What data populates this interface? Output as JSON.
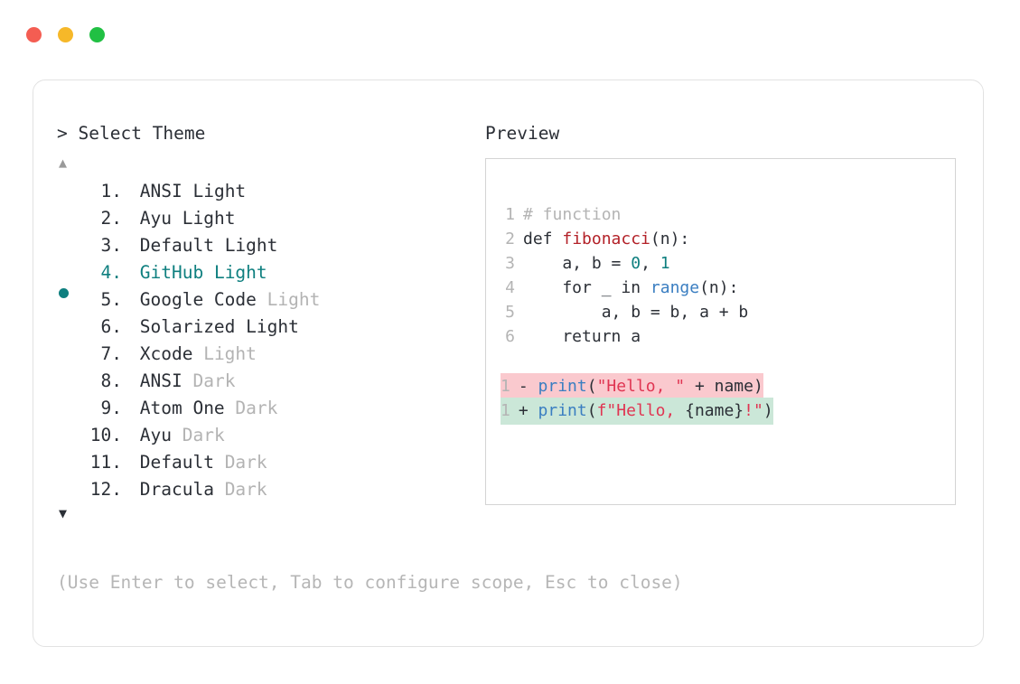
{
  "window": {
    "traffic_lights": [
      {
        "name": "close",
        "color": "#f45d52"
      },
      {
        "name": "minimize",
        "color": "#f6b829"
      },
      {
        "name": "maximize",
        "color": "#21c043"
      }
    ]
  },
  "prompt": {
    "marker": ">",
    "title": "Select Theme",
    "scroll_up_glyph": "▲",
    "scroll_down_glyph": "▼",
    "hint": "(Use Enter to select, Tab to configure scope, Esc to close)"
  },
  "theme_list": {
    "selected_index": 4,
    "selected_bullet_color": "#0e7f7f",
    "items": [
      {
        "number": "1.",
        "name": "ANSI",
        "variant": "Light",
        "variant_muted": false,
        "selected": false
      },
      {
        "number": "2.",
        "name": "Ayu",
        "variant": "Light",
        "variant_muted": false,
        "selected": false
      },
      {
        "number": "3.",
        "name": "Default",
        "variant": "Light",
        "variant_muted": false,
        "selected": false
      },
      {
        "number": "4.",
        "name": "GitHub",
        "variant": "Light",
        "variant_muted": false,
        "selected": true
      },
      {
        "number": "5.",
        "name": "Google Code",
        "variant": "Light",
        "variant_muted": true,
        "selected": false
      },
      {
        "number": "6.",
        "name": "Solarized",
        "variant": "Light",
        "variant_muted": false,
        "selected": false
      },
      {
        "number": "7.",
        "name": "Xcode",
        "variant": "Light",
        "variant_muted": true,
        "selected": false
      },
      {
        "number": "8.",
        "name": "ANSI",
        "variant": "Dark",
        "variant_muted": true,
        "selected": false
      },
      {
        "number": "9.",
        "name": "Atom One",
        "variant": "Dark",
        "variant_muted": true,
        "selected": false
      },
      {
        "number": "10.",
        "name": "Ayu",
        "variant": "Dark",
        "variant_muted": true,
        "selected": false
      },
      {
        "number": "11.",
        "name": "Default",
        "variant": "Dark",
        "variant_muted": true,
        "selected": false
      },
      {
        "number": "12.",
        "name": "Dracula",
        "variant": "Dark",
        "variant_muted": true,
        "selected": false
      }
    ]
  },
  "preview": {
    "heading": "Preview",
    "language": "python",
    "code_lines": [
      {
        "number": "1",
        "tokens": [
          {
            "text": "# function",
            "type": "comment"
          }
        ]
      },
      {
        "number": "2",
        "tokens": [
          {
            "text": "def ",
            "type": "kw"
          },
          {
            "text": "fibonacci",
            "type": "fn"
          },
          {
            "text": "(n):",
            "type": "punct"
          }
        ]
      },
      {
        "number": "3",
        "tokens": [
          {
            "text": "    a, b = ",
            "type": "plain"
          },
          {
            "text": "0",
            "type": "num"
          },
          {
            "text": ", ",
            "type": "plain"
          },
          {
            "text": "1",
            "type": "num"
          }
        ]
      },
      {
        "number": "4",
        "tokens": [
          {
            "text": "    for _ in ",
            "type": "plain"
          },
          {
            "text": "range",
            "type": "builtin"
          },
          {
            "text": "(n):",
            "type": "punct"
          }
        ]
      },
      {
        "number": "5",
        "tokens": [
          {
            "text": "        a, b = b, a + b",
            "type": "plain"
          }
        ]
      },
      {
        "number": "6",
        "tokens": [
          {
            "text": "    return a",
            "type": "plain"
          }
        ]
      }
    ],
    "diff_lines": [
      {
        "number": "1",
        "sign": "-",
        "kind": "removed",
        "bg": "#fac9ce",
        "tokens": [
          {
            "text": "print",
            "type": "builtin"
          },
          {
            "text": "(",
            "type": "punct"
          },
          {
            "text": "\"Hello, \"",
            "type": "str"
          },
          {
            "text": " + name)",
            "type": "plain"
          }
        ]
      },
      {
        "number": "1",
        "sign": "+",
        "kind": "added",
        "bg": "#cbe7d8",
        "tokens": [
          {
            "text": "print",
            "type": "builtin"
          },
          {
            "text": "(",
            "type": "punct"
          },
          {
            "text": "f\"Hello, ",
            "type": "str"
          },
          {
            "text": "{name}",
            "type": "plain"
          },
          {
            "text": "!\"",
            "type": "str"
          },
          {
            "text": ")",
            "type": "punct"
          }
        ]
      }
    ]
  }
}
